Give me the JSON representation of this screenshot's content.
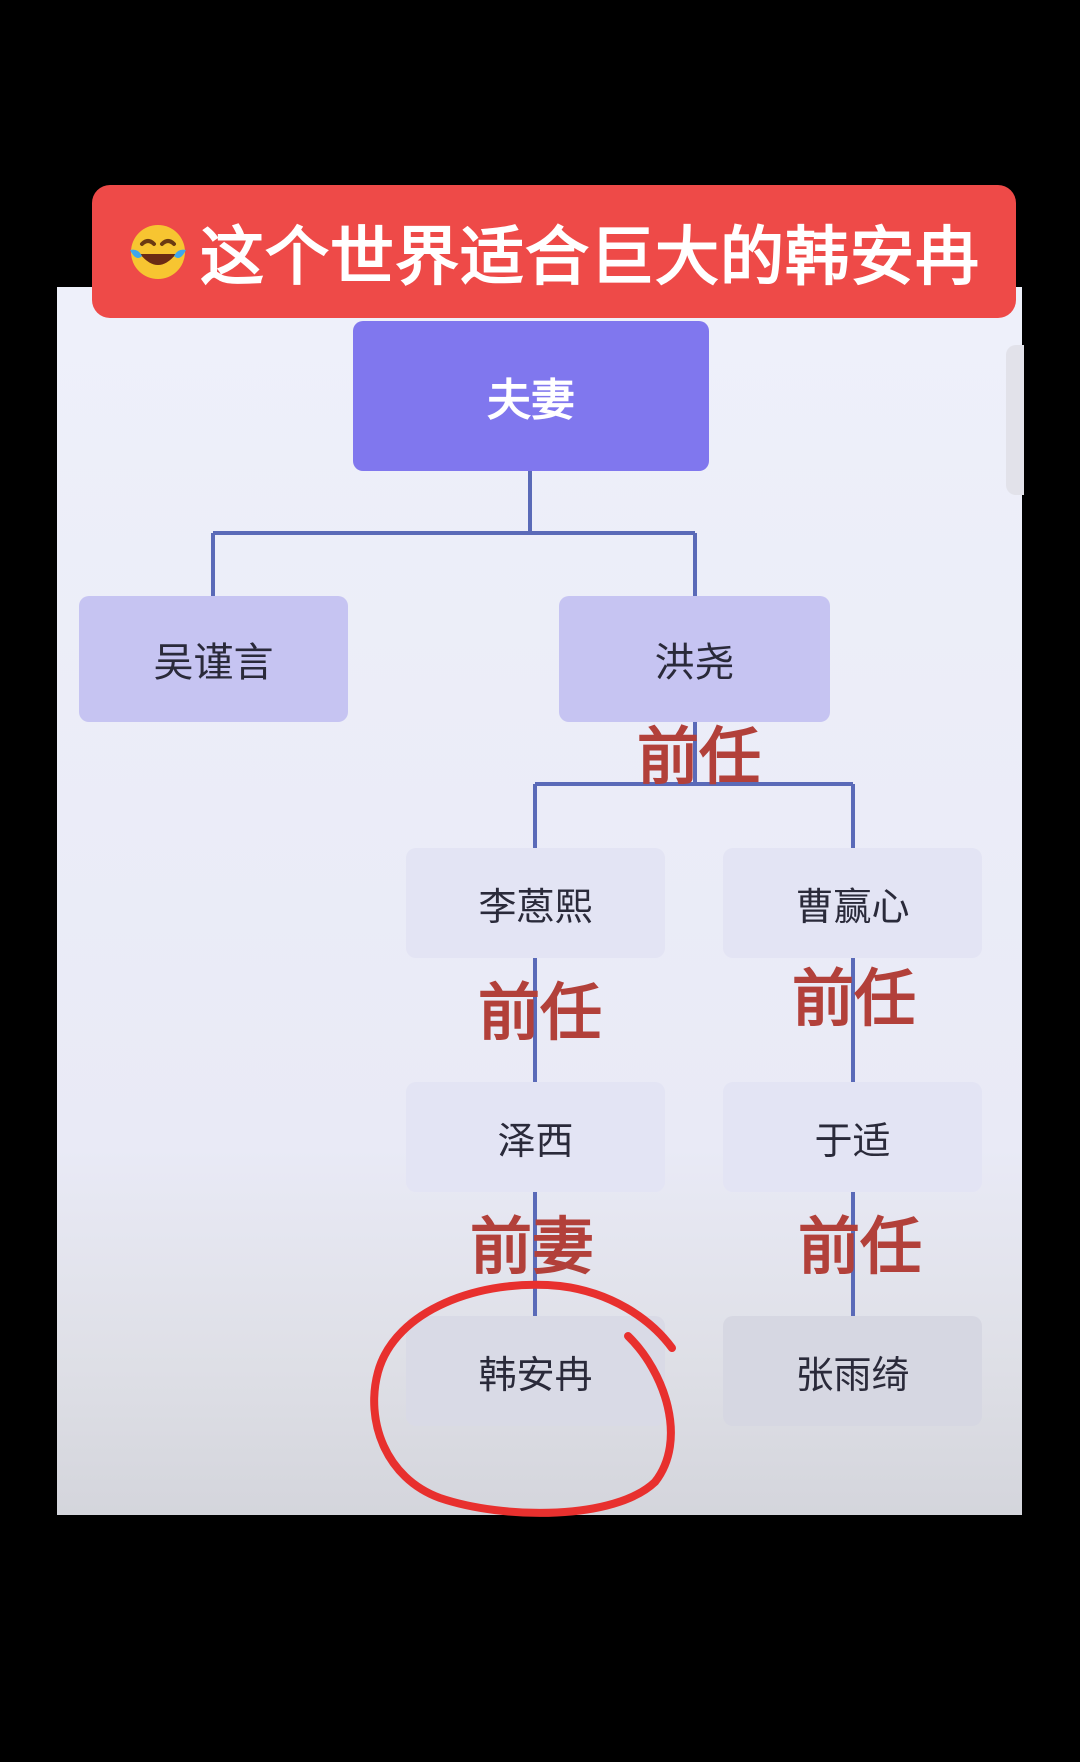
{
  "banner": {
    "emoji": "face-with-tears-of-joy-icon",
    "title": "这个世界适合巨大的韩安冉"
  },
  "diagram": {
    "root": "夫妻",
    "left_child": "吴谨言",
    "right_child": "洪尧",
    "relation_root": "前任",
    "col1": {
      "node1": "李蒽熙",
      "relation1": "前任",
      "node2": "泽西",
      "relation2": "前妻",
      "node3": "韩安冉"
    },
    "col2": {
      "node1": "曹赢心",
      "relation1": "前任",
      "node2": "于适",
      "relation2": "前任",
      "node3": "张雨绮"
    }
  },
  "colors": {
    "banner_bg": "#ee4a48",
    "root_bg": "#8077ee",
    "level2_bg": "#c6c4f2",
    "level3_bg": "#e3e4f4",
    "connector": "#5a6ab8",
    "relation_text": "#b2403a",
    "highlight_circle": "#e8302e"
  }
}
